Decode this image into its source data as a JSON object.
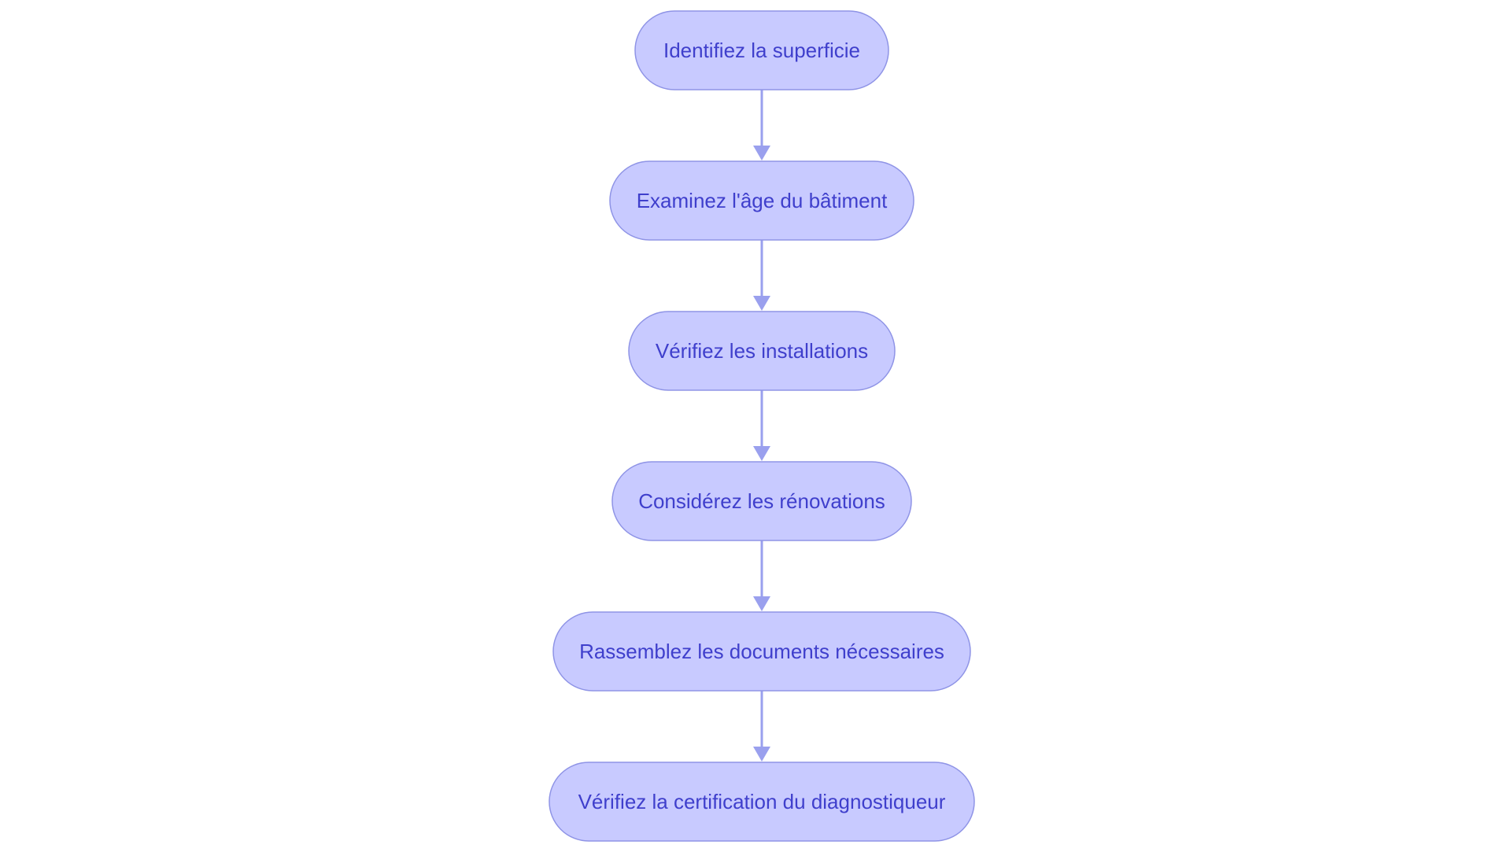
{
  "diagram": {
    "type": "flowchart",
    "direction": "top-to-bottom",
    "colors": {
      "node_fill": "#c8caff",
      "node_stroke": "#8f94e6",
      "text": "#3f3fcc",
      "edge": "#9aa0ee",
      "background": "#ffffff"
    },
    "nodes": [
      {
        "id": "n1",
        "label": "Identifiez la superficie"
      },
      {
        "id": "n2",
        "label": "Examinez l'âge du bâtiment"
      },
      {
        "id": "n3",
        "label": "Vérifiez les installations"
      },
      {
        "id": "n4",
        "label": "Considérez les rénovations"
      },
      {
        "id": "n5",
        "label": "Rassemblez les documents nécessaires"
      },
      {
        "id": "n6",
        "label": "Vérifiez la certification du diagnostiqueur"
      }
    ],
    "edges": [
      {
        "from": "n1",
        "to": "n2"
      },
      {
        "from": "n2",
        "to": "n3"
      },
      {
        "from": "n3",
        "to": "n4"
      },
      {
        "from": "n4",
        "to": "n5"
      },
      {
        "from": "n5",
        "to": "n6"
      }
    ]
  }
}
